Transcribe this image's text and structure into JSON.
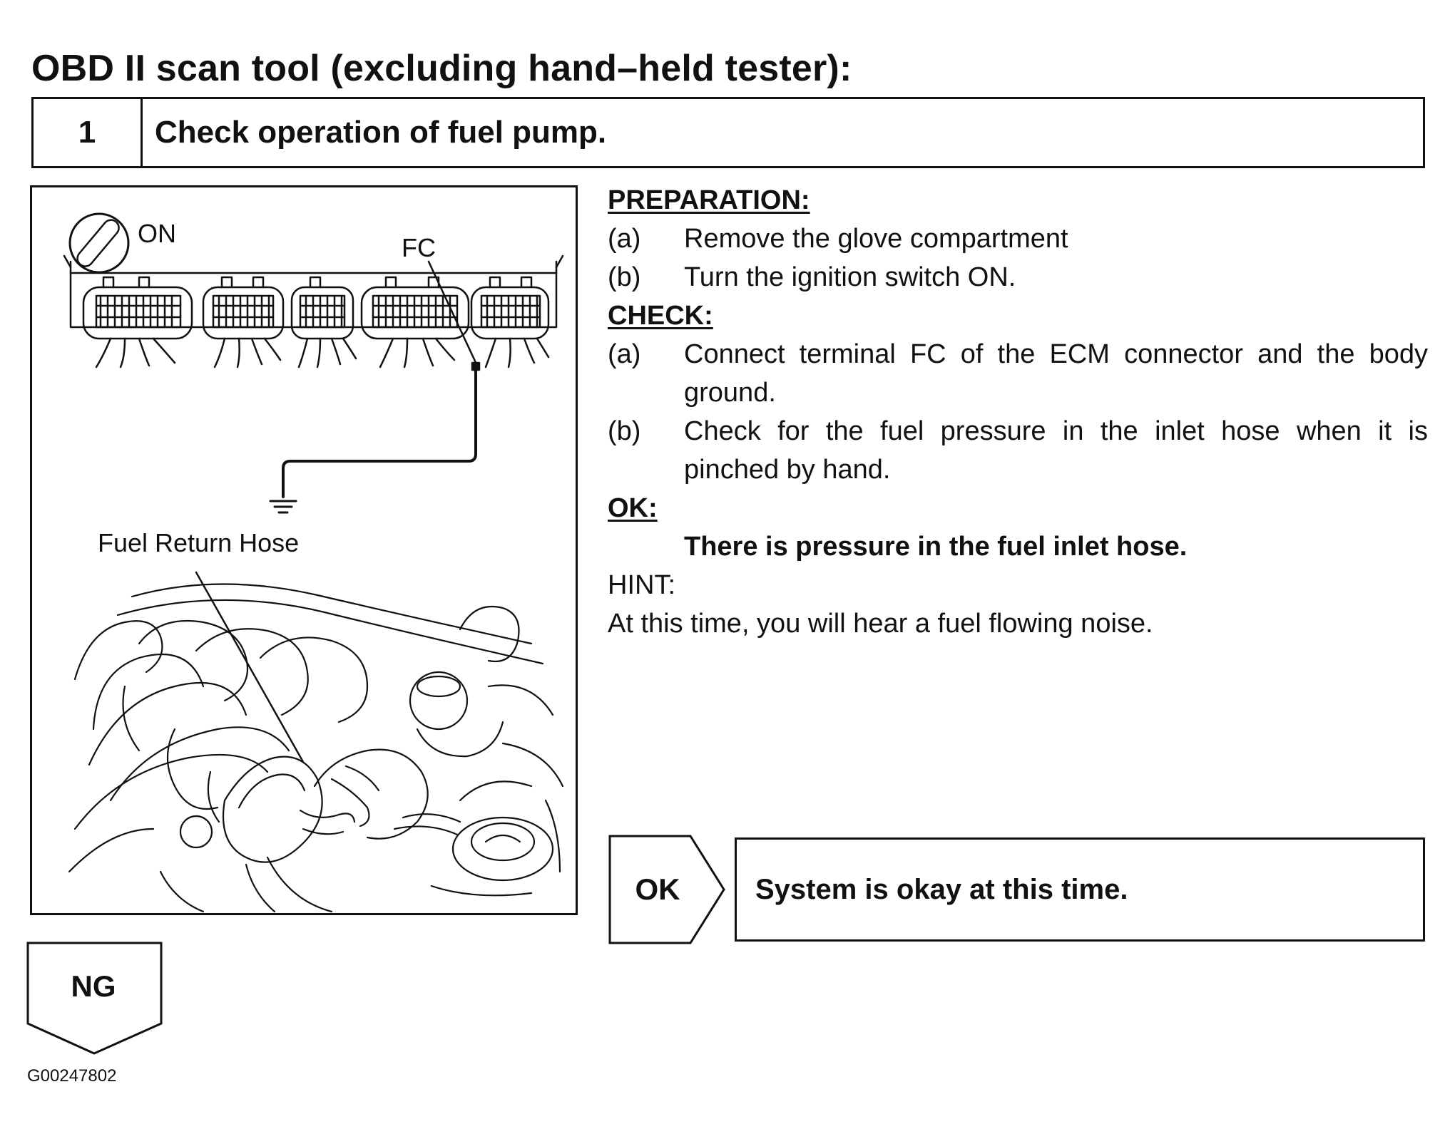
{
  "page": {
    "title": "OBD II scan tool (excluding hand–held tester):",
    "figure_code": "G00247802"
  },
  "step": {
    "number": "1",
    "text": "Check operation of fuel pump."
  },
  "figure": {
    "ignition_label": "ON",
    "terminal_label": "FC",
    "hose_label": "Fuel Return Hose"
  },
  "preparation": {
    "heading": "PREPARATION:",
    "items": [
      {
        "label": "(a)",
        "text": "Remove the glove compartment"
      },
      {
        "label": "(b)",
        "text": "Turn the ignition switch ON."
      }
    ]
  },
  "check": {
    "heading": "CHECK:",
    "items": [
      {
        "label": "(a)",
        "text": "Connect terminal FC of the ECM connector and the body ground."
      },
      {
        "label": "(b)",
        "text": "Check for the fuel pressure in the inlet hose when it is pinched by hand."
      }
    ]
  },
  "ok": {
    "heading": "OK:",
    "text": "There is pressure in the fuel inlet hose."
  },
  "hint": {
    "heading": "HINT:",
    "text": "At this time, you will hear a fuel flowing noise."
  },
  "results": {
    "ok_label": "OK",
    "ok_text": "System is okay at this time.",
    "ng_label": "NG"
  }
}
